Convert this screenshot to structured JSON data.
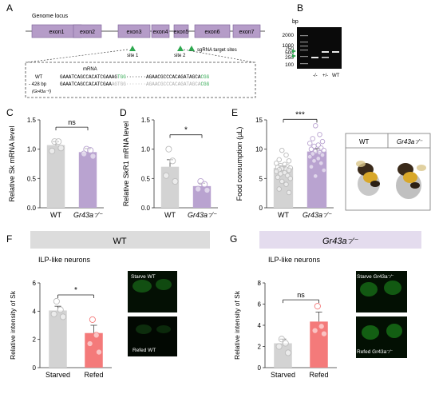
{
  "panels": {
    "A": {
      "label": "A",
      "genome_locus_label": "Genome locus",
      "exons": [
        "exon1",
        "exon2",
        "exon3",
        "exon4",
        "exon5",
        "exon6",
        "exon7"
      ],
      "site1": "site 1",
      "site2": "site 2",
      "target_sites_label": "sgRNA target sites",
      "mrna_label": "mRNA",
      "wt_label": "WT",
      "wt_seq_prefix": "GAAATCAGCCACATCGAAAG",
      "wt_seq_green1": "TGG",
      "wt_seq_mid": "·······AGAACGCCCACAGATAGCA",
      "wt_seq_green2": "CGG",
      "del_label": "- 428 bp",
      "del_sub": "(Gr43a⁻ᵈ)",
      "del_seq_prefix": "GAAATCAGCCACATCGAA",
      "del_seq_grey": "AGTGG·······AGAACGCCCACAGATAGCA",
      "del_seq_green": "CGG",
      "colors": {
        "exon": "#b59cc8",
        "exon_border": "#7a5f96",
        "green": "#2ea84f",
        "grey": "#aaaaaa"
      }
    },
    "B": {
      "label": "B",
      "bp_label": "bp",
      "ladder": [
        "2000",
        "1000",
        "750",
        "500",
        "250",
        "100"
      ],
      "lanes": [
        "-/-",
        "+/-",
        "WT"
      ]
    },
    "C": {
      "label": "C",
      "chart_data": {
        "type": "bar",
        "ylabel": "Relative Sk mRNA level",
        "categories": [
          "WT",
          "Gr43a⁻⁄⁻"
        ],
        "values": [
          1.07,
          0.95
        ],
        "errors": [
          0.06,
          0.06
        ],
        "points": [
          [
            1.13,
            1.13,
            0.97,
            1.02
          ],
          [
            1.0,
            0.98,
            0.92,
            0.88
          ]
        ],
        "ylim": [
          0,
          1.5
        ],
        "yticks": [
          "0.0",
          "0.5",
          "1.0",
          "1.5"
        ],
        "significance": "ns",
        "colors": [
          "#d3d3d3",
          "#b9a3d0"
        ]
      }
    },
    "D": {
      "label": "D",
      "chart_data": {
        "type": "bar",
        "ylabel": "Relative SkR1 mRNA level",
        "categories": [
          "WT",
          "Gr43a⁻⁄⁻"
        ],
        "values": [
          0.7,
          0.37
        ],
        "errors": [
          0.12,
          0.05
        ],
        "points": [
          [
            1.0,
            0.8,
            0.55,
            0.45
          ],
          [
            0.45,
            0.4,
            0.32,
            0.3
          ]
        ],
        "ylim": [
          0,
          1.5
        ],
        "yticks": [
          "0.0",
          "0.5",
          "1.0",
          "1.5"
        ],
        "significance": "*",
        "colors": [
          "#d3d3d3",
          "#b9a3d0"
        ]
      }
    },
    "E": {
      "label": "E",
      "chart_data": {
        "type": "bar",
        "ylabel": "Food consumption (µL)",
        "categories": [
          "WT",
          "Gr43a⁻⁄⁻"
        ],
        "values": [
          6.8,
          9.6
        ],
        "errors": [
          0.35,
          0.5
        ],
        "points": [
          [
            9.8,
            9.0,
            8.2,
            8.0,
            7.6,
            7.4,
            7.2,
            7.0,
            6.9,
            6.8,
            6.7,
            6.6,
            6.5,
            6.4,
            6.2,
            6.0,
            5.8,
            5.5,
            5.2,
            5.0,
            4.5,
            4.0,
            3.2,
            2.6
          ],
          [
            14.0,
            12.5,
            11.8,
            11.3,
            11.0,
            10.7,
            10.5,
            10.2,
            10.0,
            9.8,
            9.6,
            9.4,
            9.2,
            9.0,
            8.7,
            8.4,
            8.0,
            7.6,
            7.0,
            6.4,
            5.4
          ]
        ],
        "ylim": [
          0,
          15
        ],
        "yticks": [
          "0",
          "5",
          "10",
          "15"
        ],
        "significance": "***",
        "colors": [
          "#d3d3d3",
          "#b9a3d0"
        ]
      },
      "photo_labels": [
        "WT",
        "Gr43a⁻⁄⁻"
      ]
    },
    "F": {
      "label": "F",
      "header": "WT",
      "subtitle": "ILP-like neurons",
      "chart_data": {
        "type": "bar",
        "ylabel": "Relative intensity of Sk",
        "categories": [
          "Starved",
          "Refed"
        ],
        "values": [
          4.05,
          2.45
        ],
        "errors": [
          0.3,
          0.55
        ],
        "points": [
          [
            4.7,
            4.1,
            3.8,
            3.6
          ],
          [
            3.4,
            2.3,
            1.7,
            1.1
          ]
        ],
        "ylim": [
          0,
          6
        ],
        "yticks": [
          "0",
          "2",
          "4",
          "6"
        ],
        "significance": "*",
        "colors": [
          "#d3d3d3",
          "#f47a7a"
        ]
      },
      "image_labels": [
        "Starve WT",
        "Refed WT"
      ]
    },
    "G": {
      "label": "G",
      "header": "Gr43a⁻⁄⁻",
      "subtitle": "ILP-like neurons",
      "chart_data": {
        "type": "bar",
        "ylabel": "Relative intensity of Sk",
        "categories": [
          "Starved",
          "Refed"
        ],
        "values": [
          2.3,
          4.35
        ],
        "errors": [
          0.4,
          0.9
        ],
        "points": [
          [
            2.7,
            2.3,
            2.0,
            1.4
          ],
          [
            5.8,
            3.9,
            3.5,
            3.2
          ]
        ],
        "ylim": [
          0,
          8
        ],
        "yticks": [
          "0",
          "2",
          "4",
          "6",
          "8"
        ],
        "significance": "ns",
        "colors": [
          "#d3d3d3",
          "#f47a7a"
        ]
      },
      "image_labels": [
        "Starve Gr43a⁻⁄⁻",
        "Refed Gr43a⁻⁄⁻"
      ]
    }
  }
}
